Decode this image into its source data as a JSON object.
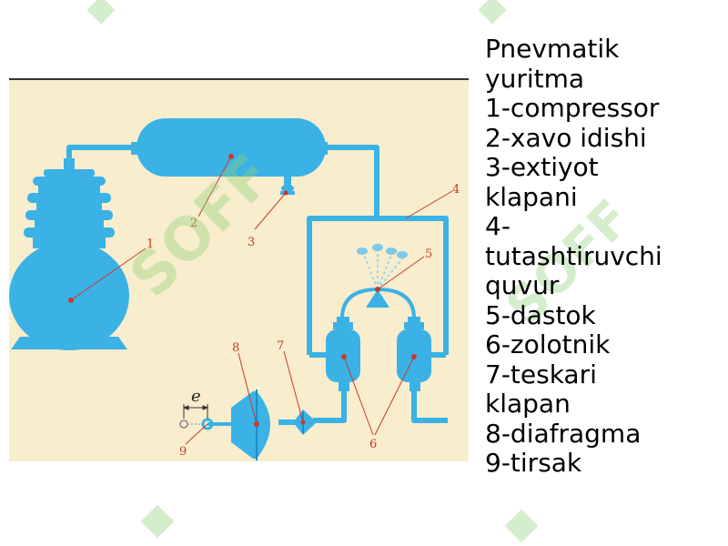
{
  "legend": {
    "lines": [
      "Pnevmatik",
      "yuritma",
      "1-compressor",
      "2-xavo idishi",
      "3-extiyot",
      "klapani",
      "4-",
      "tutashtiruvchi",
      "quvur",
      "5-dastok",
      "6-zolotnik",
      "7-teskari",
      "klapan",
      "8-diafragma",
      "9-tirsak"
    ]
  },
  "diagram": {
    "callouts": [
      "1",
      "2",
      "3",
      "4",
      "5",
      "6",
      "7",
      "8",
      "9"
    ],
    "dimension_label": "e",
    "watermark": "SOFF"
  },
  "colors": {
    "background": "#f8edcc",
    "component": "#3ab2e6",
    "component_dark": "#1f8cc4",
    "callout": "#c83a2e",
    "watermark": "#8fd07a"
  }
}
